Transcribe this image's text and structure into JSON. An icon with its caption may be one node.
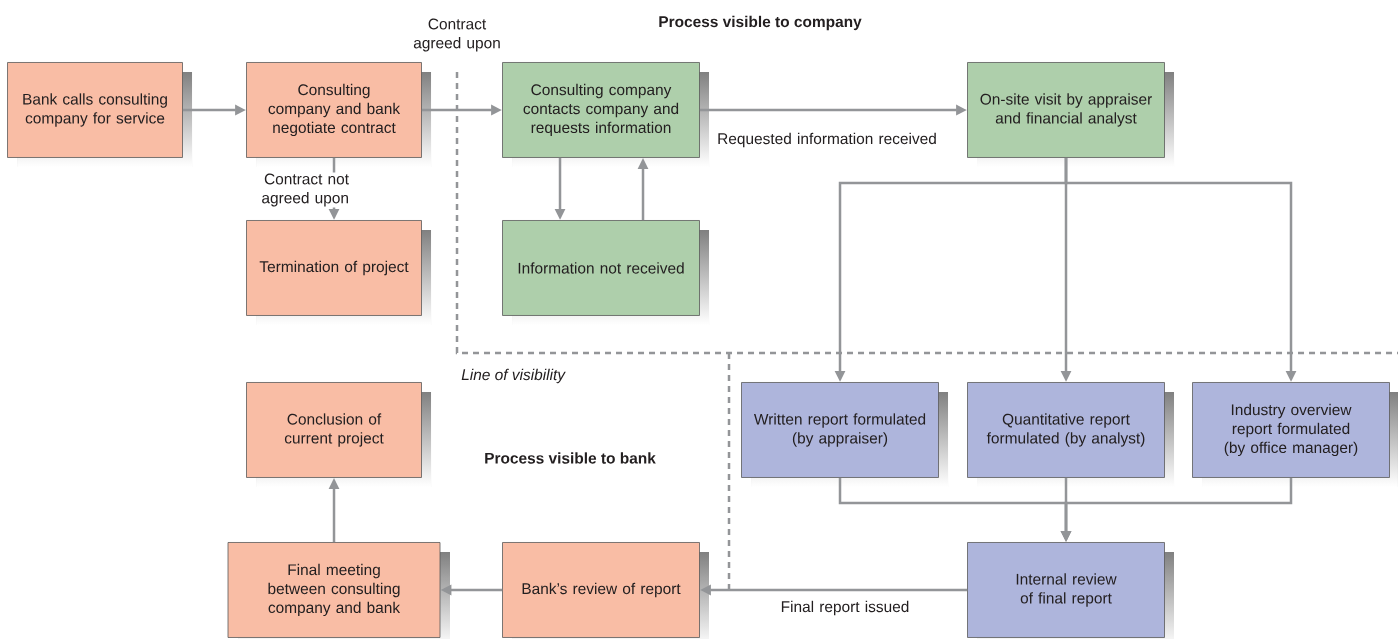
{
  "diagram": {
    "nodes": [
      {
        "text": [
          "Bank calls consulting company for service"
        ]
      },
      {
        "text": [
          "Consulting company and bank negotiate contract"
        ]
      },
      {
        "text": [
          "Termination of project"
        ]
      },
      {
        "text": [
          "Consulting company contacts company and requests information"
        ]
      },
      {
        "text": [
          "Information not received"
        ]
      },
      {
        "text": [
          "On-site visit by appraiser and financial analyst"
        ]
      },
      {
        "text": [
          "Written report formulated (by appraiser)"
        ]
      },
      {
        "text": [
          "Quantitative report formulated (by analyst)"
        ]
      },
      {
        "text": [
          "Industry overview report formulated (by office manager)"
        ]
      },
      {
        "text": [
          "Internal review of final report"
        ]
      },
      {
        "text": [
          "Bank’s review of report"
        ]
      },
      {
        "text": [
          "Final meeting between consulting company and bank"
        ]
      },
      {
        "text": [
          "Conclusion of current project"
        ]
      }
    ],
    "edges": [
      {
        "from": 0,
        "to": 1,
        "arrow": "to"
      },
      {
        "from": 1,
        "to": 3,
        "arrow": "to",
        "label": "Contract agreed upon"
      },
      {
        "from": 1,
        "to": 2,
        "arrow": "to",
        "label": "Contract not agreed upon"
      },
      {
        "from": 3,
        "to": 4,
        "arrow": "to"
      },
      {
        "from": 4,
        "to": 3,
        "arrow": "to"
      },
      {
        "from": 3,
        "to": 5,
        "arrow": "to",
        "label": "Requested information received"
      },
      {
        "from": 5,
        "to": 6,
        "arrow": "to"
      },
      {
        "from": 5,
        "to": 7,
        "arrow": "to"
      },
      {
        "from": 5,
        "to": 8,
        "arrow": "to"
      },
      {
        "from": 6,
        "to": 9,
        "arrow": "to"
      },
      {
        "from": 7,
        "to": 9,
        "arrow": "to"
      },
      {
        "from": 8,
        "to": 9,
        "arrow": "to"
      },
      {
        "from": 9,
        "to": 10,
        "arrow": "to",
        "label": "Final report issued"
      },
      {
        "from": 10,
        "to": 11,
        "arrow": "to"
      },
      {
        "from": 11,
        "to": 12,
        "arrow": "to"
      }
    ],
    "labels": [
      "Process visible to company",
      "Line of visibility",
      "Process visible to bank"
    ]
  }
}
